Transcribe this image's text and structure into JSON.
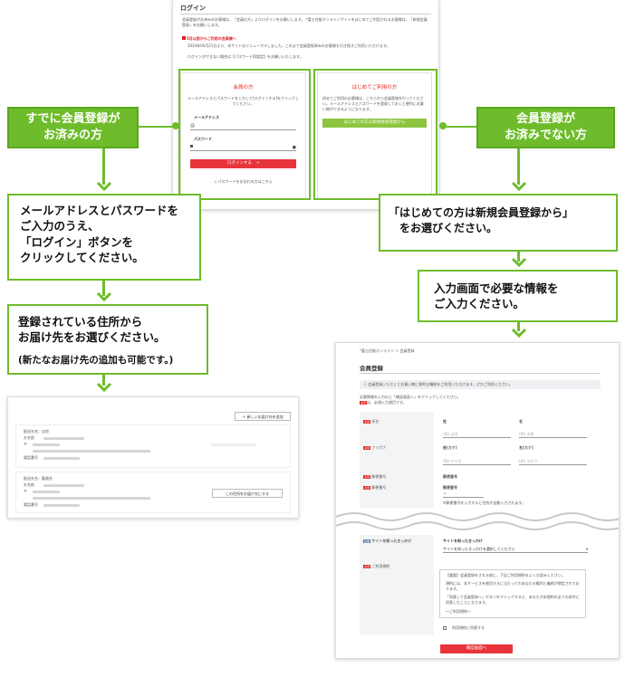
{
  "login_screen": {
    "title": "ログイン",
    "intro": "会員登録がお済みのお客様は、「会員の方」よりログインをお願いします。 *富士住販オンラインサイトをはじめてご利用されるお客様は、「新規会員登録」をお願いします。",
    "notice_title": "5月以前からご利用の会員様へ",
    "notice_line1": "2024年06月21日より、本サイトはリニューアルしました。これまで会員登録済みのお客様も引き続きご利用いただけます。",
    "notice_line2": "ログインができない場合は【パスワード再設定】をお願いいたします。",
    "member_panel": {
      "title": "会員の方",
      "desc": "メールアドレスとパスワードを入力して[ログインする]をクリックしてください。",
      "email_label": "メールアドレス",
      "password_label": "パスワード",
      "login_button": "ログインする　→",
      "forgot_link": "パスワードをお忘れの方はこちら"
    },
    "new_panel": {
      "title": "はじめてご利用の方",
      "desc": "初めてご利用のお客様は、こちらから会員登録を行ってください。メールアドレスとパスワードを登録しておくと便利にお買い物ができるようになります。",
      "register_button": "はじめての方は新規会員登録から"
    }
  },
  "callout_left": {
    "title": "すでに会員登録が\nお済みの方",
    "step1": "メールアドレスとパスワードを\nご入力のうえ、\n「ログイン」ボタンを\nクリックしてください。",
    "step2": "登録されている住所から\nお届け先をお選びください。",
    "step2_note": "(新たなお届け先の追加も可能です。)"
  },
  "callout_right": {
    "title": "会員登録が\nお済みでない方",
    "step1": "「はじめての方は新規会員登録から」\n　をお選びください。",
    "step2": "入力画面で必要な情報を\nご入力ください。"
  },
  "address_screen": {
    "add_button": "新しいお届け先を追加",
    "select_button": "この住所をお届け先にする",
    "addresses": [
      {
        "label": "配送先名：自宅",
        "name_label": "お名前",
        "zip_label": "〒",
        "phone_label": "電話番号"
      },
      {
        "label": "配送先名：勤務先",
        "name_label": "お名前",
        "zip_label": "〒",
        "phone_label": "電話番号"
      }
    ]
  },
  "register_screen": {
    "breadcrumb": "*富士住販オンライン ＞ 会員登録",
    "title": "会員登録",
    "info_bar": "会員登録いただくとお買い物に便利な機能をご利用いただけます。ぜひご利用ください。",
    "instruction": "必要情報を入力の上「確認画面へ」をクリックしてください。",
    "required_note": "は、必須入力項目です。",
    "required_badge": "必須",
    "fields": {
      "name": "氏名",
      "kana": "フリガナ",
      "zip": "郵便番号",
      "address": "郵便番号",
      "sei": "姓",
      "mei": "名",
      "sei_kana": "姓(カナ)",
      "mei_kana": "名(カナ)",
      "ex_sei": "(例) 山田",
      "ex_mei": "(例) 太郎",
      "ex_sei_kana": "(例) ヤマダ",
      "ex_mei_kana": "(例) タロウ",
      "postal_label": "郵便番号",
      "postal_hint": "〒　　－",
      "postal_note": "※郵便番号を入力すると住所が自動入力されます。",
      "postal_label2": "郵便番号"
    },
    "source_field": {
      "badge": "任意",
      "label": "サイトを知ったきっかけ",
      "select_title": "サイトを知ったきっかけ",
      "select_value": "サイトを知ったきっかけを選択してください"
    },
    "terms_field": {
      "badge": "必須",
      "label": "ご利用規約",
      "text1": "【重要】会員登録をされる前に、下記ご利用規約をよくお読みください。",
      "text2": "規約には、本サービスを使用するに当たってのあなたの権利と義務が規定されております。",
      "text3": "「同意して会員登録へ」ボタンをクリックすると、あなたが本規約の全ての条件に同意したことになります。",
      "text4": "〜ご利用規約〜",
      "agree": "利用規約に同意する"
    },
    "confirm_button": "確認画面へ"
  }
}
